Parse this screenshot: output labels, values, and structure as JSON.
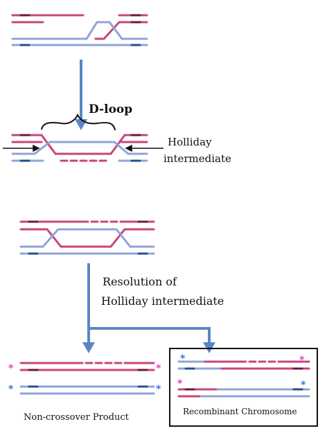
{
  "colors": {
    "pink_strand": "#c8447a",
    "blue_strand": "#8fa3d9",
    "dark_marker": "#6b1a2d",
    "blue_marker": "#1f4f8a",
    "arrow": "#5b86c4",
    "star_pink": "#e23fbd",
    "star_blue": "#3a6fe0",
    "ink": "#111111"
  },
  "labels": {
    "d_loop": "D-loop",
    "holliday_line1": "Holliday",
    "holliday_line2": "intermediate",
    "resolution_line1": "Resolution of",
    "resolution_line2": "Holliday intermediate",
    "non_crossover": "Non-crossover Product",
    "recombinant": "Recombinant Chromosome"
  },
  "icons": {
    "marker_star": "asterisk-icon"
  }
}
